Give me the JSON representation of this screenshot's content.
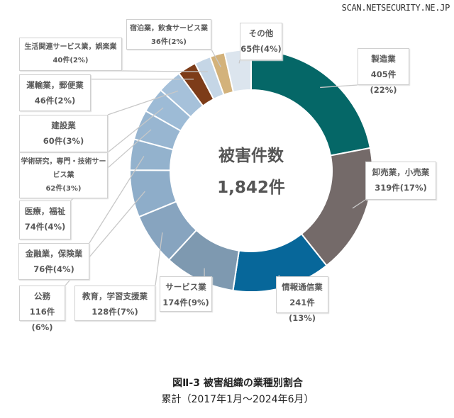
{
  "watermark": "SCAN.NETSECURITY.NE.JP",
  "chart_data": {
    "type": "pie",
    "variant": "donut",
    "title": "図Ⅱ-3 被害組織の業種別割合",
    "subtitle": "累計（2017年1月～2024年6月）",
    "center_label": "被害件数",
    "center_value": "1,842件",
    "total": 1842,
    "slices": [
      {
        "name": "製造業",
        "value": 405,
        "label": "405件(22%)",
        "color": "#056767"
      },
      {
        "name": "卸売業，小売業",
        "value": 319,
        "label": "319件(17%)",
        "color": "#746a69"
      },
      {
        "name": "情報通信業",
        "value": 241,
        "label": "241件(13%)",
        "color": "#07679a"
      },
      {
        "name": "サービス業",
        "value": 174,
        "label": "174件(9%)",
        "color": "#7e99b0"
      },
      {
        "name": "教育，学習支援業",
        "value": 128,
        "label": "128件(7%)",
        "color": "#87a4bf"
      },
      {
        "name": "公務",
        "value": 116,
        "label": "116件(6%)",
        "color": "#8eadc9"
      },
      {
        "name": "金融業，保険業",
        "value": 76,
        "label": "76件(4%)",
        "color": "#93b2cd"
      },
      {
        "name": "医療，福祉",
        "value": 74,
        "label": "74件(4%)",
        "color": "#98b6d1"
      },
      {
        "name": "学術研究，専門・技術サービス業",
        "value": 62,
        "label": "62件(3%)",
        "color": "#9dbbd6"
      },
      {
        "name": "建設業",
        "value": 60,
        "label": "60件(3%)",
        "color": "#a6c1da"
      },
      {
        "name": "運輸業，郵便業",
        "value": 46,
        "label": "46件(2%)",
        "color": "#7d3c19"
      },
      {
        "name": "生活関連サービス業，娯楽業",
        "value": 40,
        "label": "40件(2%)",
        "color": "#c5d6e6"
      },
      {
        "name": "宿泊業，飲食サービス業",
        "value": 36,
        "label": "36件(2%)",
        "color": "#d3b27b"
      },
      {
        "name": "その他",
        "value": 65,
        "label": "65件(4%)",
        "color": "#dce5ee"
      }
    ]
  }
}
